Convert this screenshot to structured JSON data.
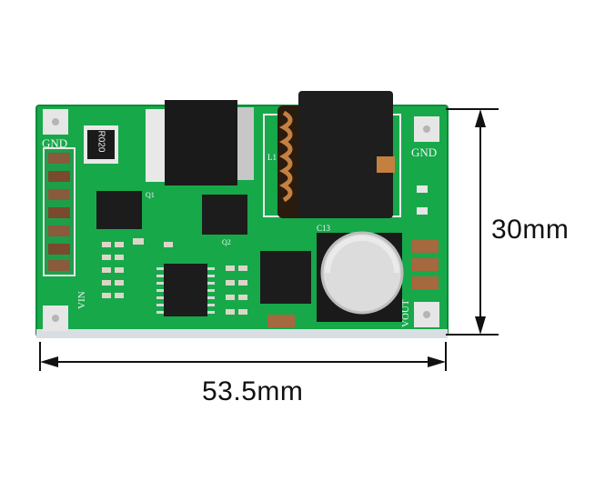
{
  "dimensions": {
    "height_label": "30mm",
    "width_label": "53.5mm"
  },
  "silkscreen": {
    "gnd_left": "GND",
    "gnd_right": "GND",
    "vin": "VIN",
    "vout": "VOUT",
    "resistor_marking": "R020",
    "inductor": "L1",
    "cap_c13": "C13",
    "q1": "Q1",
    "q2": "Q2"
  },
  "colors": {
    "pcb_green": "#17a84a",
    "pcb_dark": "#0e8a39",
    "silkscreen": "#f4f4f4",
    "ic_black": "#1b1b1b",
    "arrow_black": "#111111"
  }
}
